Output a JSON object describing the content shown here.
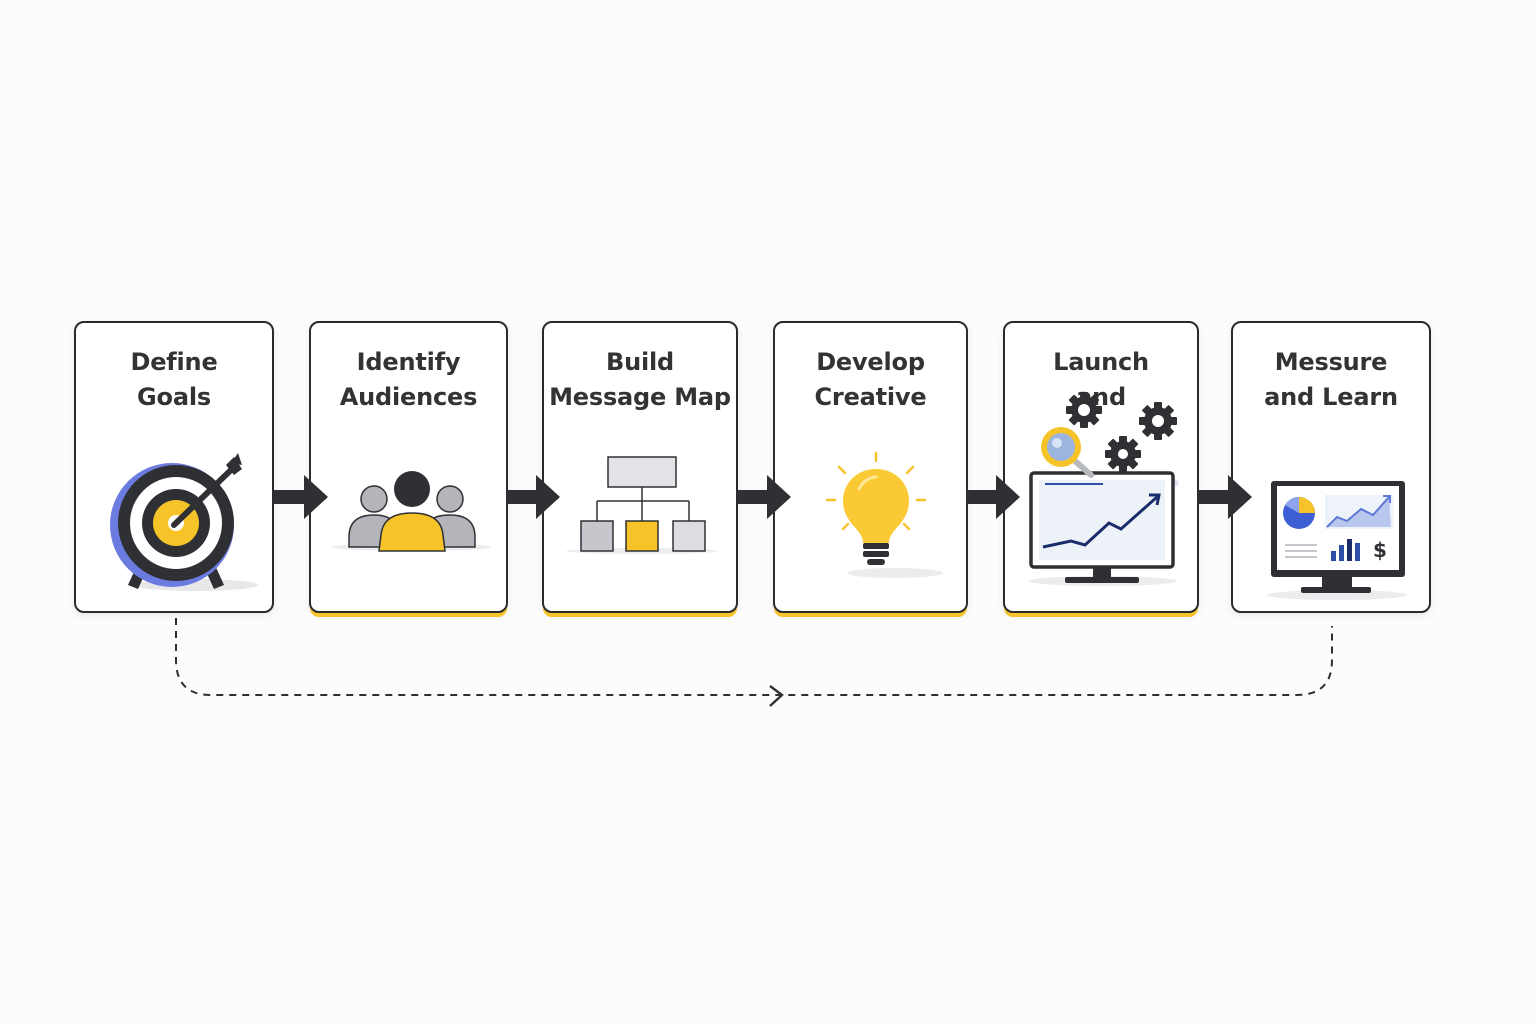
{
  "steps": [
    {
      "line1": "Define",
      "line2": "Goals",
      "icon": "target-icon"
    },
    {
      "line1": "Identify",
      "line2": "Audiences",
      "icon": "audience-icon"
    },
    {
      "line1": "Build",
      "line2": "Message Map",
      "icon": "hierarchy-icon"
    },
    {
      "line1": "Develop",
      "line2": "Creative",
      "icon": "lightbulb-icon"
    },
    {
      "line1": "Launch",
      "line2": "and",
      "icon": "monitor-gears-icon"
    },
    {
      "line1": "Messure",
      "line2": "and Learn",
      "icon": "analytics-dashboard-icon"
    }
  ],
  "colors": {
    "accent": "#f6c329",
    "dark": "#2f3033",
    "gray": "#a9aab0",
    "blue": "#3e5fd4",
    "navy": "#1b2c6b"
  }
}
